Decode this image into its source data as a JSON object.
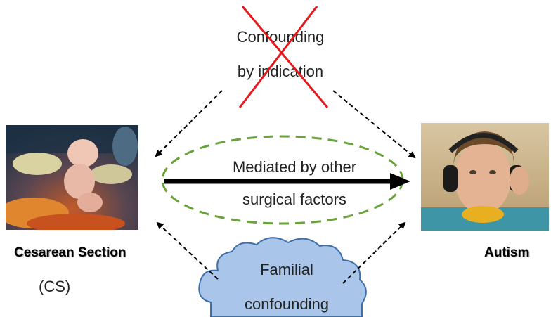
{
  "diagram": {
    "top_label_line1": "Confounding",
    "top_label_line2": "by indication",
    "middle_label_line1": "Mediated by other",
    "middle_label_line2": "surgical factors",
    "left_label": "Cesarean Section",
    "left_abbrev": "(CS)",
    "right_label": "Autism",
    "cloud_label_line1": "Familial",
    "cloud_label_line2": "confounding"
  },
  "colors": {
    "cross": "#e8171b",
    "ellipse": "#6aa23c",
    "cloud_fill": "#a9c6ea",
    "cloud_stroke": "#3f6fa8",
    "arrow": "#000000"
  },
  "icons": {
    "left_image": "newborn-cesarean-photo",
    "right_image": "boy-with-headphones-photo"
  }
}
